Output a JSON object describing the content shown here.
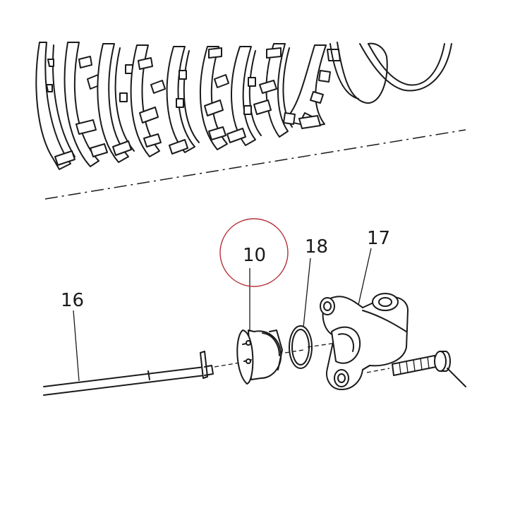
{
  "callouts": [
    {
      "id": "16",
      "text": "16"
    },
    {
      "id": "10",
      "text": "10"
    },
    {
      "id": "18",
      "text": "18"
    },
    {
      "id": "17",
      "text": "17"
    }
  ],
  "colors": {
    "ink": "#1a1a1a",
    "highlight": "#b5303b",
    "background": "#ffffff"
  },
  "highlighted_callout": "10"
}
